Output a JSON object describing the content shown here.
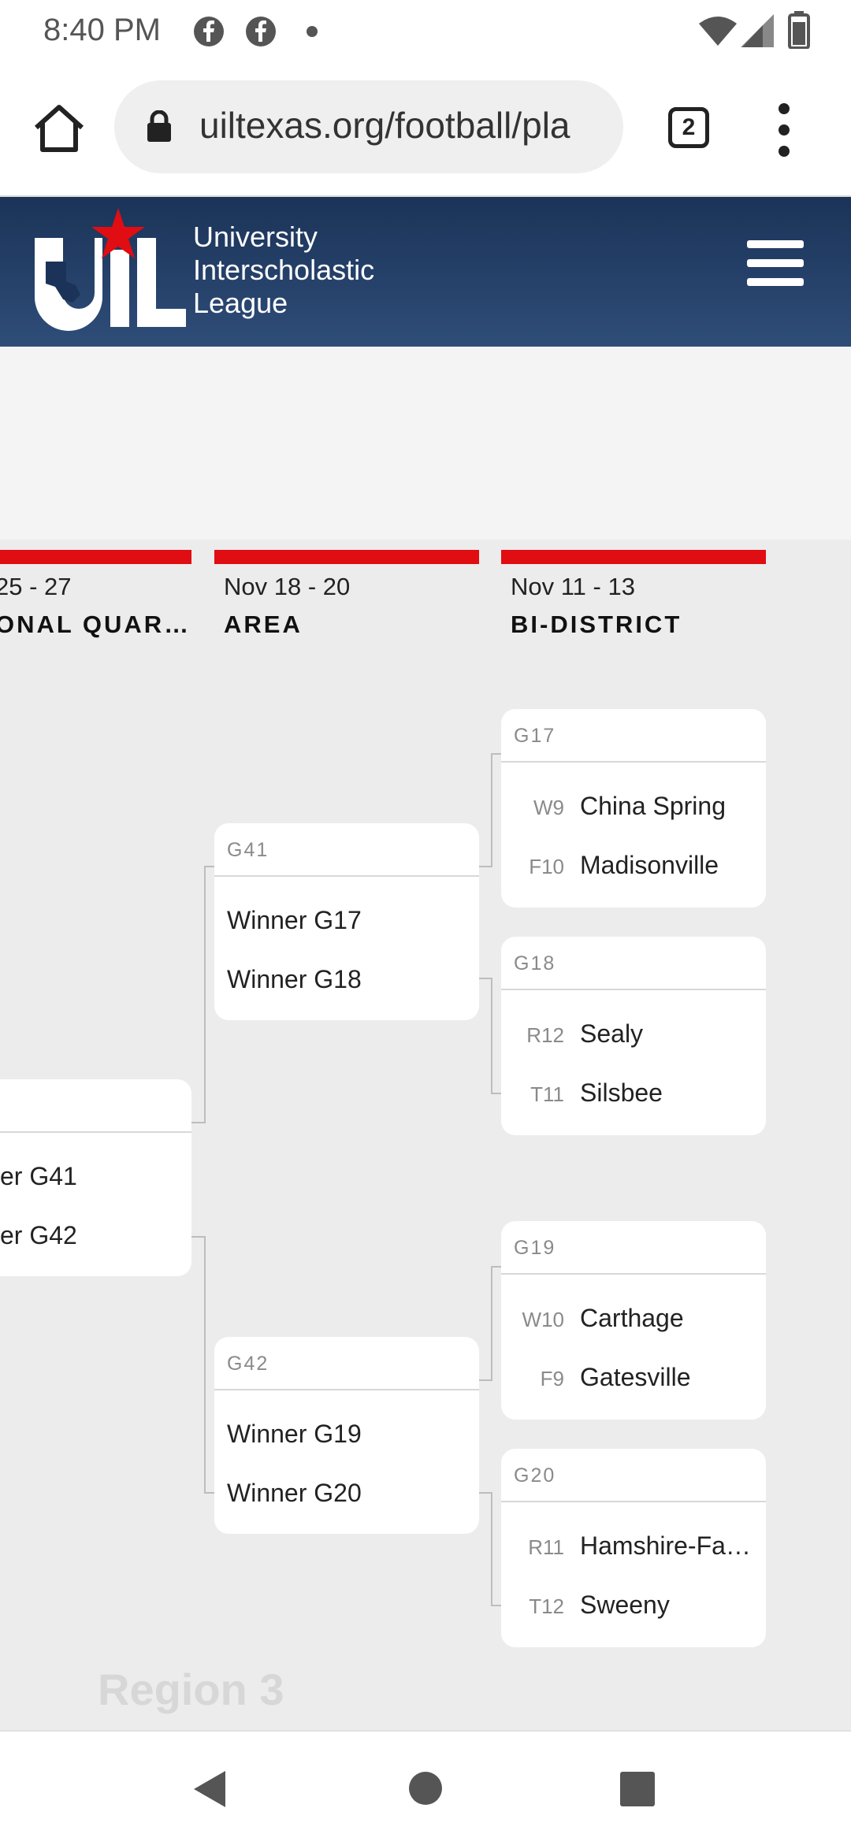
{
  "status": {
    "time": "8:40 PM"
  },
  "browser": {
    "url": "uiltexas.org/football/pla",
    "tab_count": "2"
  },
  "site": {
    "name_lines": [
      "University",
      "Interscholastic",
      "League"
    ]
  },
  "rounds": [
    {
      "date": "25 - 27",
      "name": "ONAL QUAR…"
    },
    {
      "date": "Nov 18 - 20",
      "name": "AREA"
    },
    {
      "date": "Nov 11 - 13",
      "name": "BI-DISTRICT"
    }
  ],
  "regional_game": {
    "teams": [
      "er G41",
      "er G42"
    ]
  },
  "area_games": [
    {
      "id": "G41",
      "teams": [
        "Winner G17",
        "Winner G18"
      ]
    },
    {
      "id": "G42",
      "teams": [
        "Winner G19",
        "Winner G20"
      ]
    }
  ],
  "bi_district_games": [
    {
      "id": "G17",
      "teams": [
        {
          "seed": "W9",
          "name": "China Spring"
        },
        {
          "seed": "F10",
          "name": "Madisonville"
        }
      ]
    },
    {
      "id": "G18",
      "teams": [
        {
          "seed": "R12",
          "name": "Sealy"
        },
        {
          "seed": "T11",
          "name": "Silsbee"
        }
      ]
    },
    {
      "id": "G19",
      "teams": [
        {
          "seed": "W10",
          "name": "Carthage"
        },
        {
          "seed": "F9",
          "name": "Gatesville"
        }
      ]
    },
    {
      "id": "G20",
      "teams": [
        {
          "seed": "R11",
          "name": "Hamshire-Fa…"
        },
        {
          "seed": "T12",
          "name": "Sweeny"
        }
      ]
    }
  ],
  "region_label": "Region 3",
  "colors": {
    "header_bg": "#1b3358",
    "accent_red": "#e00d12"
  }
}
